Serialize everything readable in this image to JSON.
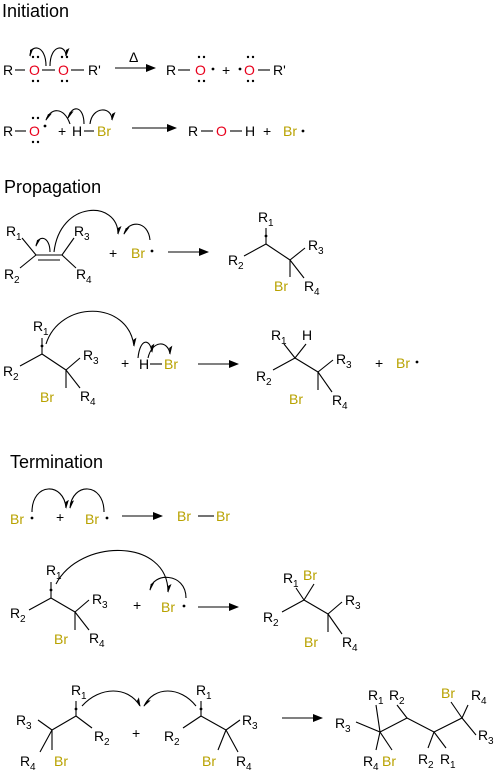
{
  "sections": {
    "initiation": "Initiation",
    "propagation": "Propagation",
    "termination": "Termination"
  },
  "labels": {
    "R": "R",
    "Rp": "R'",
    "O": "O",
    "H": "H",
    "Br": "Br",
    "plus": "+",
    "delta": "Δ",
    "R1": "R",
    "R2": "R",
    "R3": "R",
    "R4": "R",
    "sub1": "1",
    "sub2": "2",
    "sub3": "3",
    "sub4": "4"
  },
  "colors": {
    "oxygen": "#e8001c",
    "bromine": "#b8a200",
    "text": "#000000"
  }
}
